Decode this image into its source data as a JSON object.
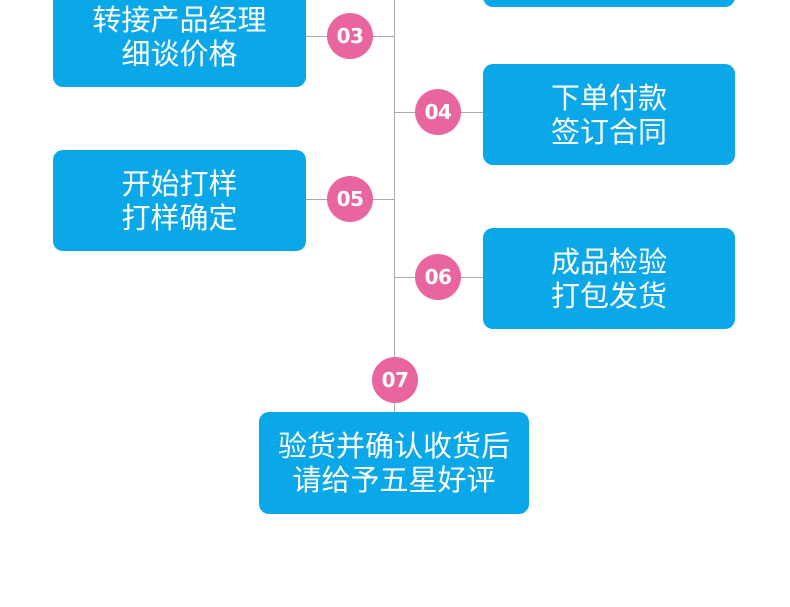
{
  "steps": [
    {
      "number": "03",
      "line1": "转接产品经理",
      "line2": "细谈价格"
    },
    {
      "number": "04",
      "line1": "下单付款",
      "line2": "签订合同"
    },
    {
      "number": "05",
      "line1": "开始打样",
      "line2": "打样确定"
    },
    {
      "number": "06",
      "line1": "成品检验",
      "line2": "打包发货"
    },
    {
      "number": "07",
      "line1": "验货并确认收货后",
      "line2": "请给予五星好评"
    }
  ],
  "colors": {
    "box": "#0aa8e8",
    "circle": "#e8659f",
    "line": "#aaaaaa",
    "text": "#ffffff",
    "background": "#ffffff"
  }
}
